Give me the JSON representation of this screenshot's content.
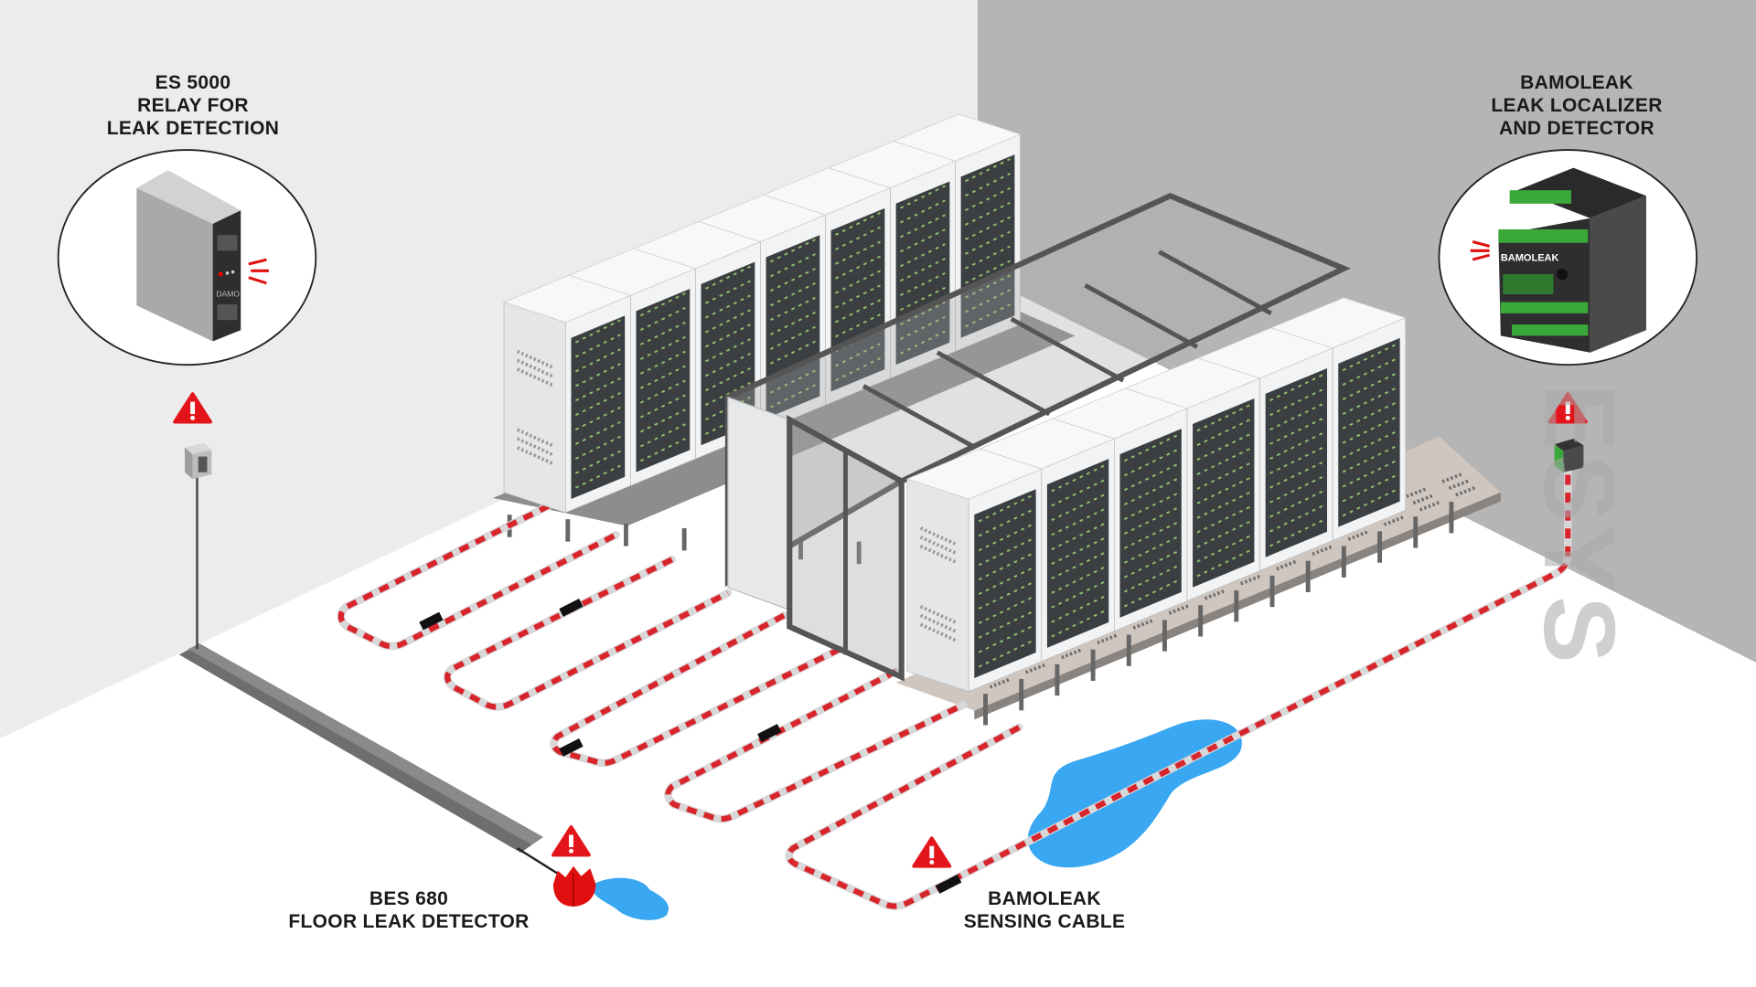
{
  "labels": {
    "relay": {
      "lines": [
        "ES 5000",
        "RELAY FOR",
        "LEAK DETECTION"
      ]
    },
    "localizer": {
      "lines": [
        "BAMOLEAK",
        "LEAK LOCALIZER",
        "AND DETECTOR"
      ]
    },
    "floor_detector": {
      "lines": [
        "BES 680",
        "FLOOR LEAK DETECTOR"
      ]
    },
    "sensing_cable": {
      "lines": [
        "BAMOLEAK",
        "SENSING CABLE"
      ]
    }
  },
  "device_text": {
    "relay_brand": "DAMO",
    "localizer_brand": "BAMOLEAK"
  },
  "watermark": "ESYS",
  "icons": [
    "warning-icon",
    "relay-device-icon",
    "leak-localizer-icon",
    "floor-detector-icon",
    "water-puddle-icon",
    "server-rack-icon"
  ],
  "colors": {
    "left_wall": "#ececec",
    "right_wall": "#b5b5b5",
    "floor": "#ffffff",
    "cable_red": "#d8242b",
    "cable_white": "#e6e6e6",
    "water": "#3aa7f2",
    "warning": "#e3151a",
    "rack_dark": "#3b3f42",
    "device_green": "#3aa83a"
  }
}
